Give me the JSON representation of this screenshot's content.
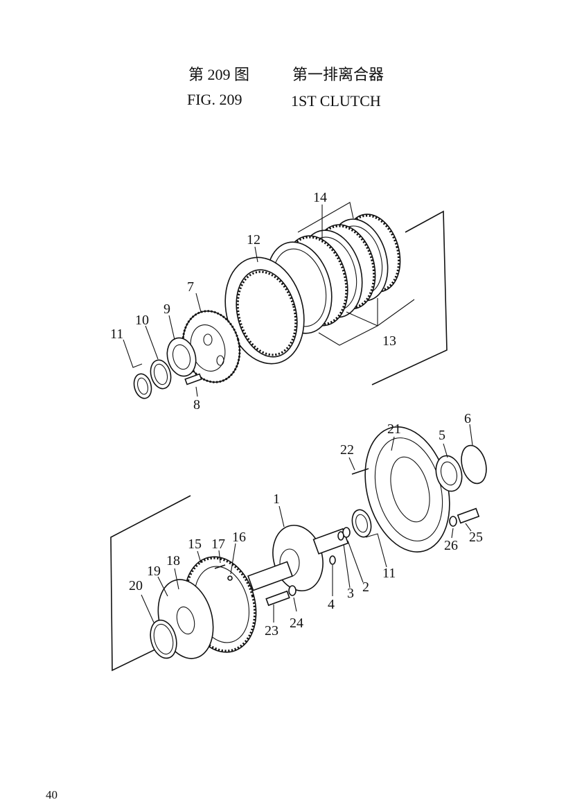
{
  "header": {
    "fig_cn": "第 209 图",
    "fig_en": "FIG. 209",
    "title_cn": "第一排离合器",
    "title_en": "1ST CLUTCH"
  },
  "page_number": "40",
  "callouts": {
    "c1": "1",
    "c2": "2",
    "c3": "3",
    "c4": "4",
    "c5": "5",
    "c6": "6",
    "c7": "7",
    "c8": "8",
    "c9": "9",
    "c10": "10",
    "c11a": "11",
    "c11b": "11",
    "c12": "12",
    "c13": "13",
    "c14": "14",
    "c15": "15",
    "c16": "16",
    "c17": "17",
    "c18": "18",
    "c19": "19",
    "c20": "20",
    "c21": "21",
    "c22": "22",
    "c23": "23",
    "c24": "24",
    "c25": "25",
    "c26": "26"
  }
}
